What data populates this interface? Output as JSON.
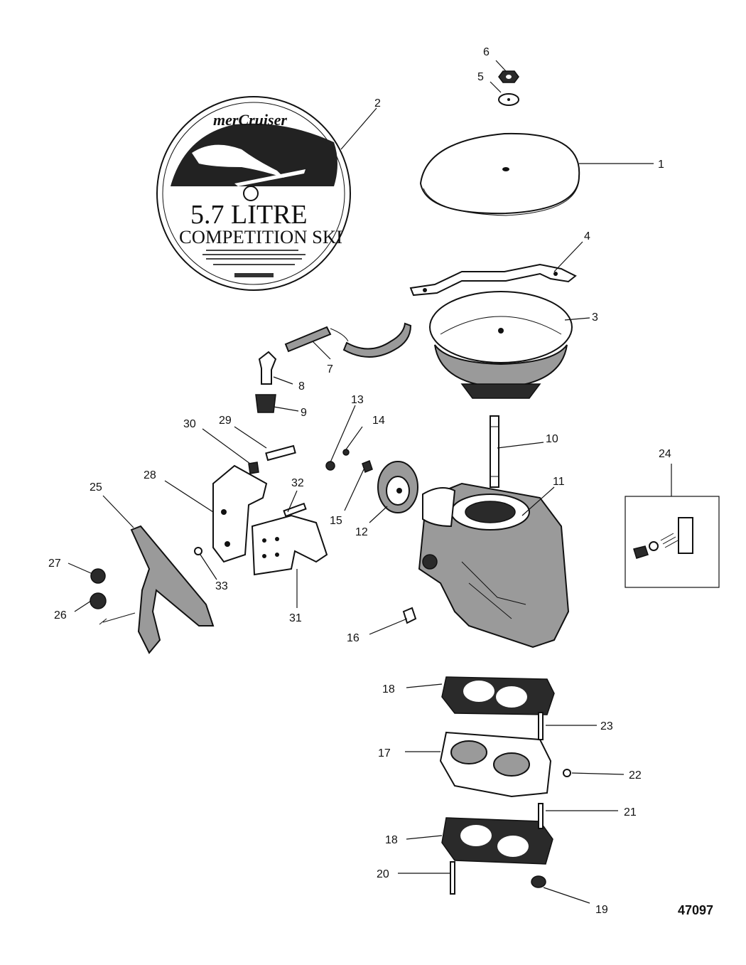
{
  "figure_id": "47097",
  "decal": {
    "brand": "merCruiser",
    "line1": "5.7 LITRE",
    "line2": "COMPETITION SKI"
  },
  "callouts": [
    "1",
    "2",
    "3",
    "4",
    "5",
    "6",
    "7",
    "8",
    "9",
    "10",
    "11",
    "12",
    "13",
    "14",
    "15",
    "16",
    "17",
    "18",
    "18",
    "19",
    "20",
    "21",
    "22",
    "23",
    "24",
    "25",
    "26",
    "27",
    "28",
    "29",
    "30",
    "31",
    "32",
    "33"
  ]
}
